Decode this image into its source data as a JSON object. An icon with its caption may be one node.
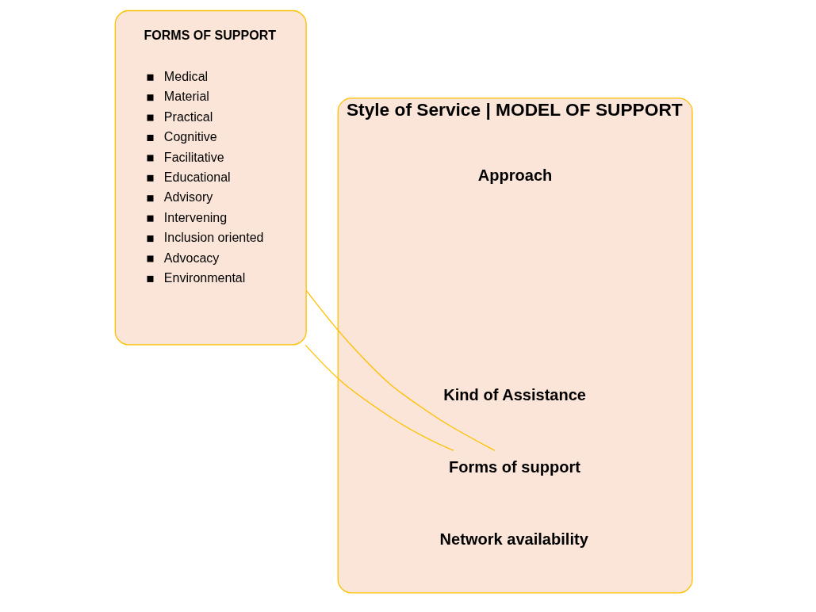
{
  "diagram": {
    "nodes": [
      {
        "text": [
          "Style of Service | MODEL OF SUPPORT"
        ]
      },
      {
        "text": [
          "Approach"
        ],
        "in": 0
      },
      {
        "text": [
          "Kind of Assistance"
        ],
        "in": 0
      },
      {
        "text": [
          "Forms of support"
        ],
        "in": 0
      },
      {
        "text": [
          "Network availability"
        ],
        "in": 0
      },
      {
        "text": [
          "FORMS OF SUPPORT",
          "Medical",
          "Material",
          "Practical",
          "Cognitive",
          "Facilitative",
          "Educational",
          "Advisory",
          "Intervening",
          "Inclusion oriented",
          "Advocacy",
          "Environmental"
        ]
      }
    ],
    "edges": [
      {
        "from": 3,
        "to": 5,
        "arrow": "none"
      },
      {
        "from": 3,
        "to": 5,
        "arrow": "none"
      }
    ]
  }
}
